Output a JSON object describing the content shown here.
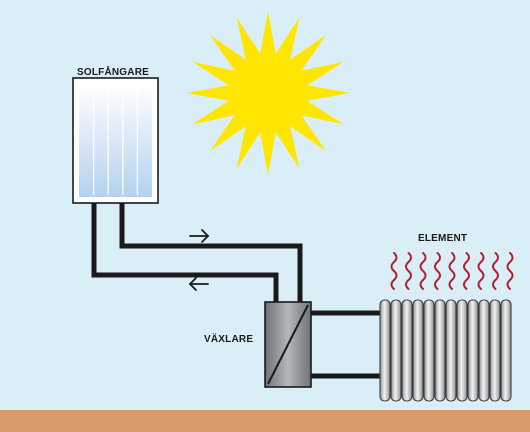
{
  "labels": {
    "collector": "SOLFÅNGARE",
    "radiator": "ELEMENT",
    "exchanger": "VÄXLARE"
  },
  "icons": {
    "sun": "sun-icon",
    "flow_right": "arrow-right-icon",
    "flow_left": "arrow-left-icon",
    "heat": "heat-waves-icon"
  },
  "colors": {
    "sky": "#daeef8",
    "ground": "#d99a6a",
    "sun": "#ffe600",
    "pipe": "#1a1a1a",
    "heat_waves": "#b0202a",
    "collector_glass": "#c6ddf3",
    "radiator": "#c8cacc",
    "exchanger": "#8c8f93"
  }
}
